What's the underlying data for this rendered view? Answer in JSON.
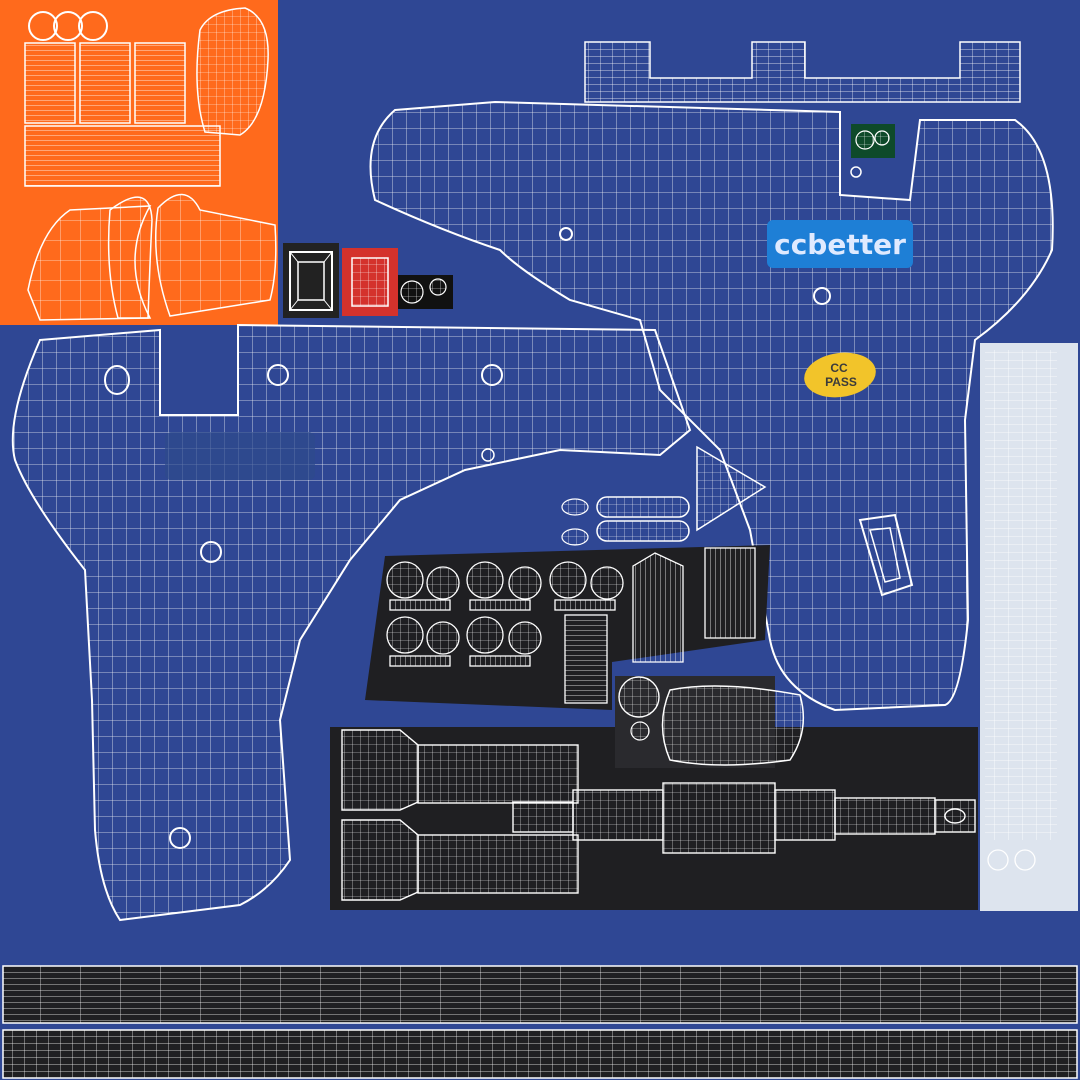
{
  "texture": {
    "logo_text": "ccbetter",
    "badge_line1": "CC",
    "badge_line2": "PASS"
  },
  "colors": {
    "background": "#2f4794",
    "wire": "#ffffff",
    "orange_panel": "#ff6a1c",
    "dark_panel": "#1f1f22",
    "light_strip": "#dde4ee",
    "logo_fill": "#1e7fd6",
    "badge_fill": "#f2c42a",
    "label_green": "#0e4a2a",
    "label_red": "#d4322c"
  }
}
